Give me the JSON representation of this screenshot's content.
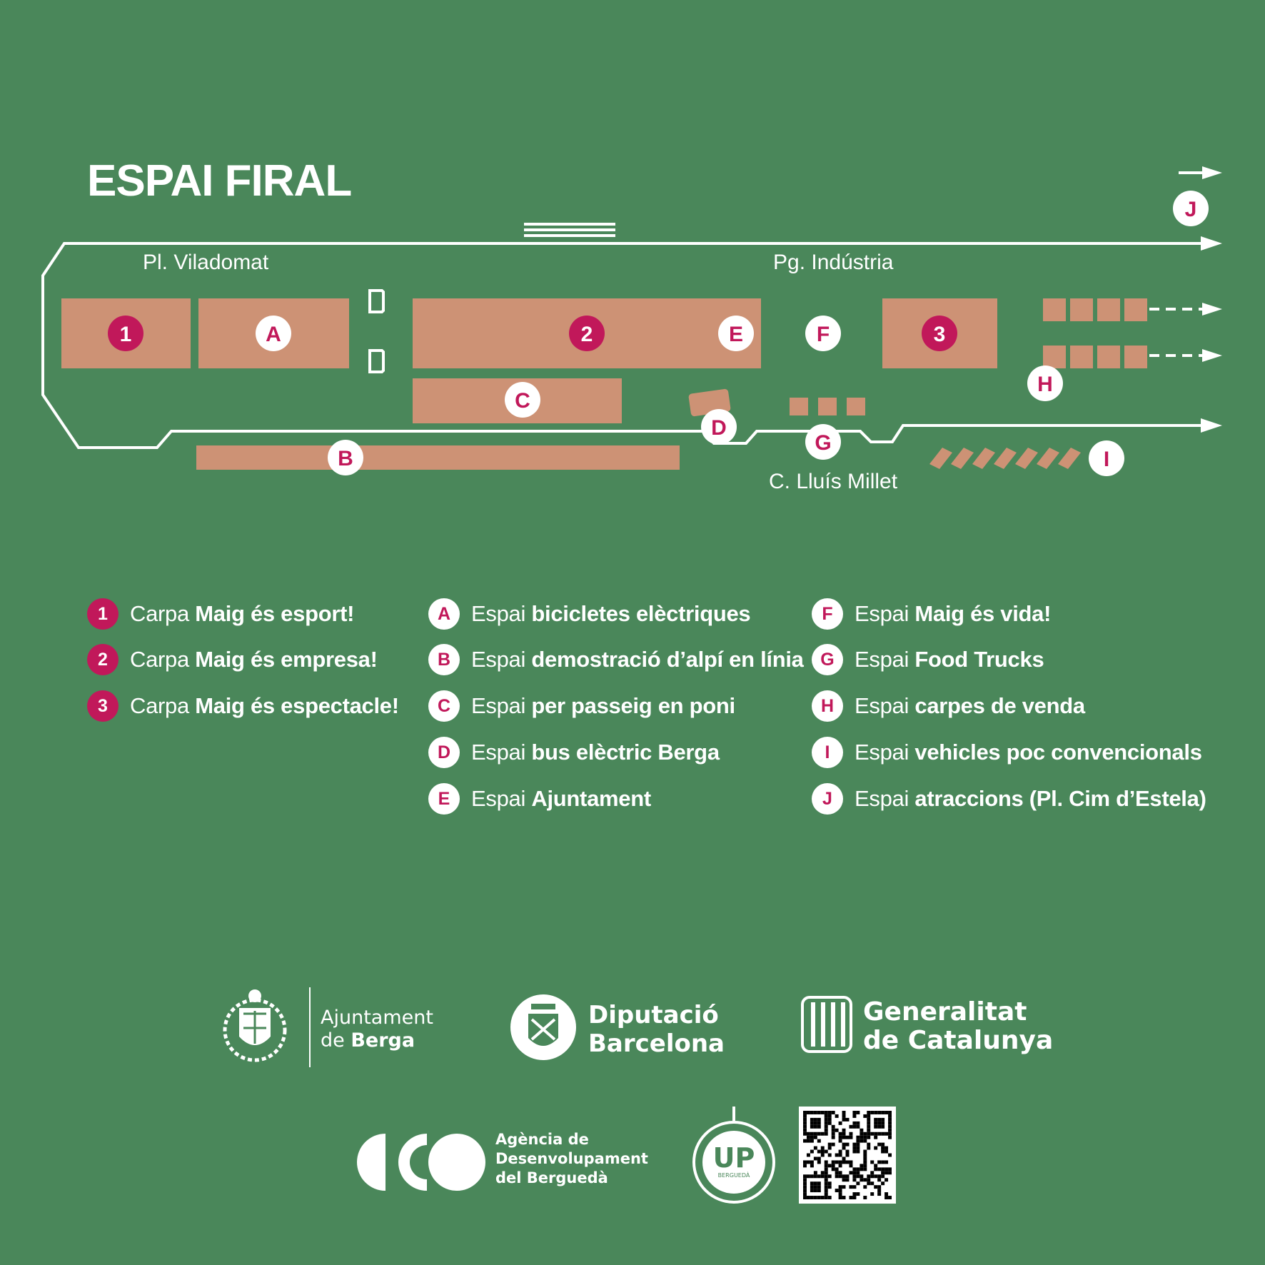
{
  "title": "ESPAI FIRAL",
  "streets": {
    "viladomat": "Pl. Viladomat",
    "industria": "Pg. Indústria",
    "millet": "C. Lluís Millet"
  },
  "markers": [
    {
      "id": "1",
      "kind": "num"
    },
    {
      "id": "A",
      "kind": "let"
    },
    {
      "id": "2",
      "kind": "num"
    },
    {
      "id": "E",
      "kind": "let"
    },
    {
      "id": "F",
      "kind": "let"
    },
    {
      "id": "3",
      "kind": "num"
    },
    {
      "id": "C",
      "kind": "let"
    },
    {
      "id": "D",
      "kind": "let"
    },
    {
      "id": "G",
      "kind": "let"
    },
    {
      "id": "H",
      "kind": "let"
    },
    {
      "id": "B",
      "kind": "let"
    },
    {
      "id": "I",
      "kind": "let"
    },
    {
      "id": "J",
      "kind": "let"
    }
  ],
  "legend": {
    "col1": [
      {
        "key": "1",
        "prefix": "Carpa",
        "bold": "Maig és esport!"
      },
      {
        "key": "2",
        "prefix": "Carpa",
        "bold": "Maig és empresa!"
      },
      {
        "key": "3",
        "prefix": "Carpa",
        "bold": "Maig és espectacle!"
      }
    ],
    "col2": [
      {
        "key": "A",
        "prefix": "Espai",
        "bold": "bicicletes elèctriques"
      },
      {
        "key": "B",
        "prefix": "Espai",
        "bold": "demostració d’alpí en línia"
      },
      {
        "key": "C",
        "prefix": "Espai",
        "bold": "per passeig en poni"
      },
      {
        "key": "D",
        "prefix": "Espai",
        "bold": "bus elèctric Berga"
      },
      {
        "key": "E",
        "prefix": "Espai",
        "bold": "Ajuntament"
      }
    ],
    "col3": [
      {
        "key": "F",
        "prefix": "Espai",
        "bold": "Maig és vida!"
      },
      {
        "key": "G",
        "prefix": "Espai",
        "bold": "Food Trucks"
      },
      {
        "key": "H",
        "prefix": "Espai",
        "bold": "carpes de venda"
      },
      {
        "key": "I",
        "prefix": "Espai",
        "bold": "vehicles poc convencionals"
      },
      {
        "key": "J",
        "prefix": "Espai",
        "bold": "atraccions (Pl. Cim d’Estela)"
      }
    ]
  },
  "logos": {
    "berga_line1": "Ajuntament",
    "berga_line2_light": "de",
    "berga_line2_bold": "Berga",
    "diputacio_line1": "Diputació",
    "diputacio_line2": "Barcelona",
    "generalitat_line1": "Generalitat",
    "generalitat_line2": "de Catalunya",
    "agencia_line1": "Agència de",
    "agencia_line2": "Desenvolupament",
    "agencia_line3": "del Berguedà",
    "up_main": "UP",
    "up_sub": "BERGUEDÀ"
  },
  "colors": {
    "background": "#4a875a",
    "area": "#cd9275",
    "accent": "#c1185a",
    "white": "#ffffff"
  }
}
